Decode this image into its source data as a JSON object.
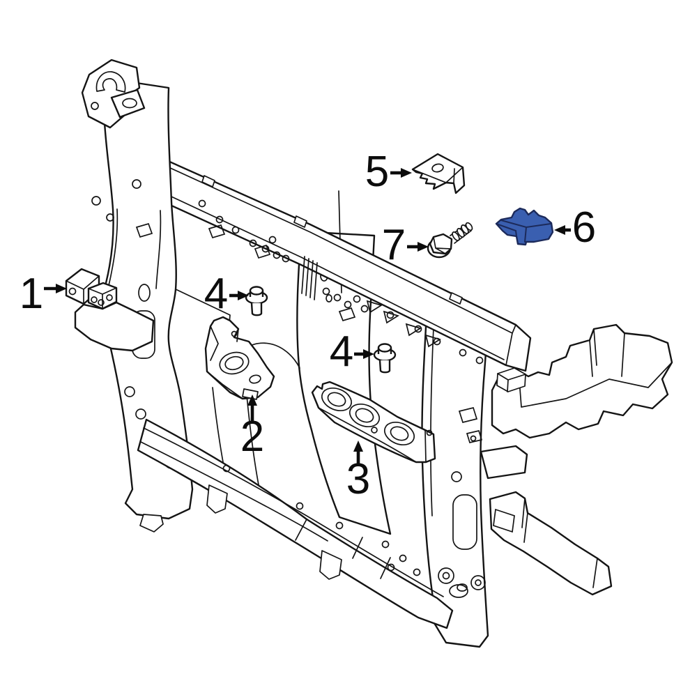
{
  "diagram": {
    "colors": {
      "background": "#ffffff",
      "line": "#141414",
      "highlight_fill": "#3a5fb0",
      "highlight_outline": "#1c2a5a"
    },
    "callouts": [
      {
        "label": "1"
      },
      {
        "label": "2"
      },
      {
        "label": "3"
      },
      {
        "label": "4"
      },
      {
        "label": "4"
      },
      {
        "label": "5"
      },
      {
        "label": "6"
      },
      {
        "label": "7"
      }
    ],
    "highlighted_callout": "6"
  }
}
